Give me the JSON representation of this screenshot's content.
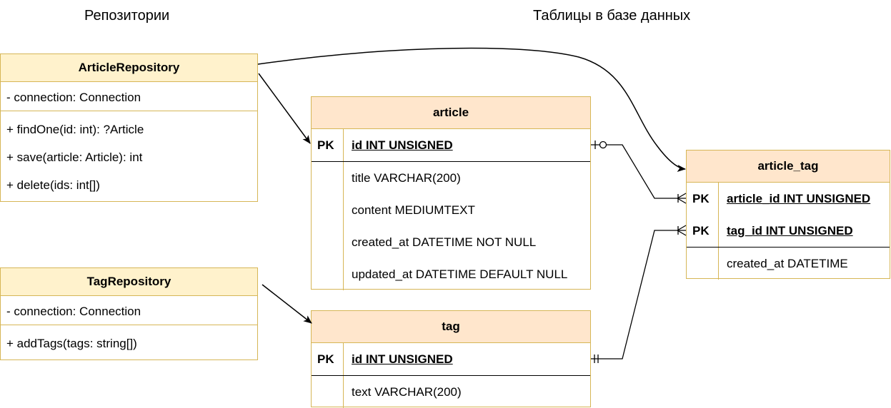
{
  "headings": {
    "repositories": "Репозитории",
    "tables": "Таблицы в базе данных"
  },
  "classes": {
    "article_repository": {
      "name": "ArticleRepository",
      "attributes": [
        "- connection: Connection"
      ],
      "methods": [
        "+ findOne(id: int): ?Article",
        "+ save(article: Article): int",
        "+ delete(ids: int[])"
      ]
    },
    "tag_repository": {
      "name": "TagRepository",
      "attributes": [
        "- connection: Connection"
      ],
      "methods": [
        "+ addTags(tags: string[])"
      ]
    }
  },
  "tables": {
    "article": {
      "name": "article",
      "pk_label": "PK",
      "pk_column": "id INT UNSIGNED",
      "columns": [
        "title VARCHAR(200)",
        "content MEDIUMTEXT",
        "created_at DATETIME NOT NULL",
        "updated_at DATETIME DEFAULT NULL"
      ]
    },
    "tag": {
      "name": "tag",
      "pk_label": "PK",
      "pk_column": "id INT UNSIGNED",
      "columns": [
        "text VARCHAR(200)"
      ]
    },
    "article_tag": {
      "name": "article_tag",
      "pk_label_1": "PK",
      "pk_column_1": "article_id INT UNSIGNED",
      "pk_label_2": "PK",
      "pk_column_2": "tag_id INT UNSIGNED",
      "columns": [
        "created_at DATETIME"
      ]
    }
  },
  "colors": {
    "class_header": "#fff2cc",
    "table_header": "#ffe6cc",
    "border": "#d6b656"
  }
}
